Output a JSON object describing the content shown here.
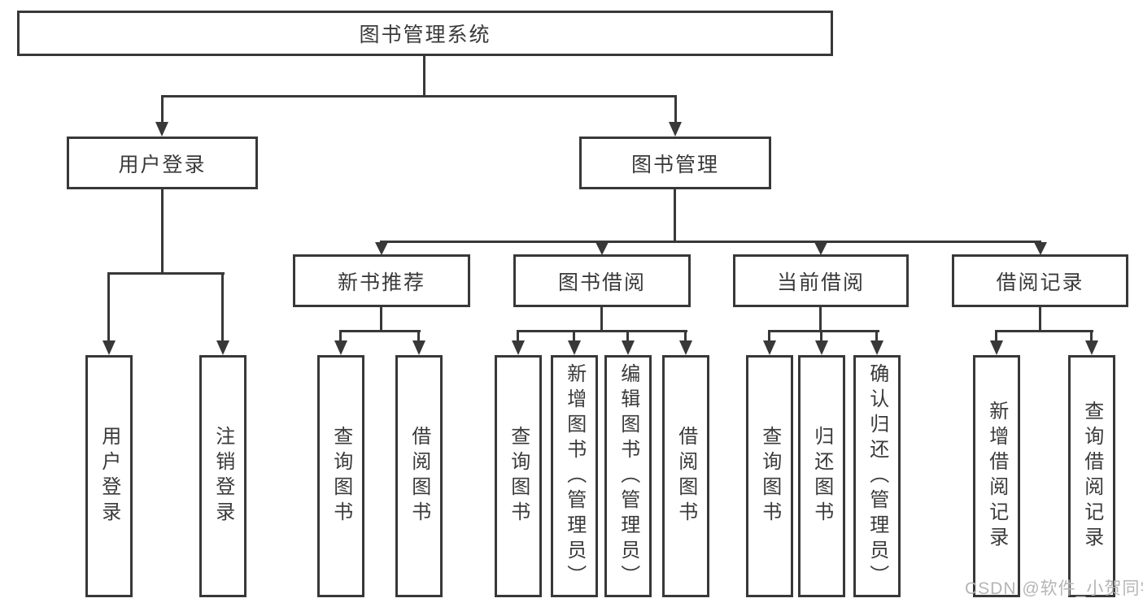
{
  "diagram_title": "图书管理系统",
  "colors": {
    "line": "#383838",
    "text": "#3a3a3a",
    "watermark": "#b5b5b5",
    "background": "#ffffff"
  },
  "tree": {
    "root": {
      "label": "图书管理系统"
    },
    "level1": [
      {
        "label": "用户登录"
      },
      {
        "label": "图书管理"
      }
    ],
    "level2": [
      {
        "label": "新书推荐"
      },
      {
        "label": "图书借阅"
      },
      {
        "label": "当前借阅"
      },
      {
        "label": "借阅记录"
      }
    ],
    "leaves": {
      "user_login": [
        "用户登录",
        "注销登录"
      ],
      "new_book": [
        "查询图书",
        "借阅图书"
      ],
      "book_borrow": [
        "查询图书",
        "新增图书（管理员）",
        "编辑图书（管理员）",
        "借阅图书"
      ],
      "current_borrow": [
        "查询图书",
        "归还图书",
        "确认归还（管理员）"
      ],
      "borrow_record": [
        "新增借阅记录",
        "查询借阅记录"
      ]
    }
  },
  "watermark": {
    "text": "CSDN @软件_小贺同学"
  }
}
